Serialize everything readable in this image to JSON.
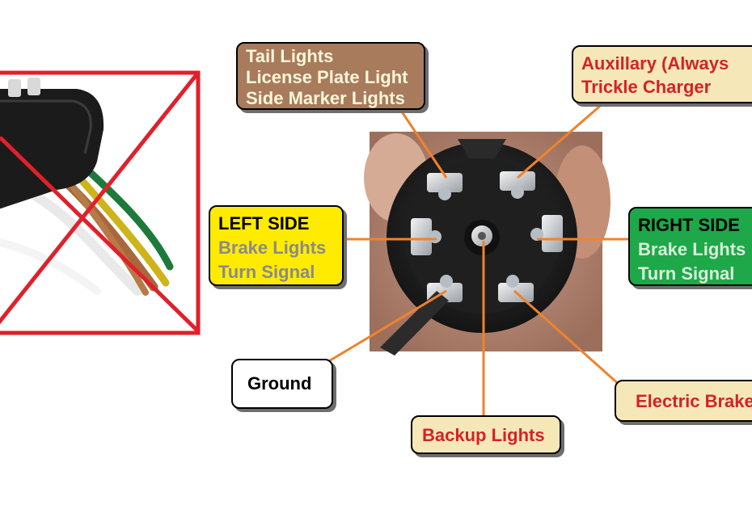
{
  "callouts": {
    "tail": [
      "Tail Lights",
      "License Plate Light",
      "Side Marker Lights"
    ],
    "aux": [
      "Auxillary (Always",
      "Trickle Charger"
    ],
    "left": {
      "title": "LEFT SIDE",
      "lines": [
        "Brake Lights",
        "Turn Signal"
      ]
    },
    "right": {
      "title": "RIGHT SIDE",
      "lines": [
        "Brake Lights",
        "Turn Signal"
      ]
    },
    "ground": "Ground",
    "backup": "Backup Lights",
    "brake": "Electric Brake"
  },
  "colors": {
    "tail_bg": "#a87b5d",
    "aux_bg": "#f6e7b8",
    "left_bg": "#ffeb00",
    "right_bg": "#1ea84a",
    "leader_line": "#f0822d",
    "cross_mark": "#e0202a",
    "wire_green": "#1e7a3a",
    "wire_yellow": "#d4c21a",
    "wire_brown": "#a8683a",
    "wire_white": "#f4f4f4"
  }
}
